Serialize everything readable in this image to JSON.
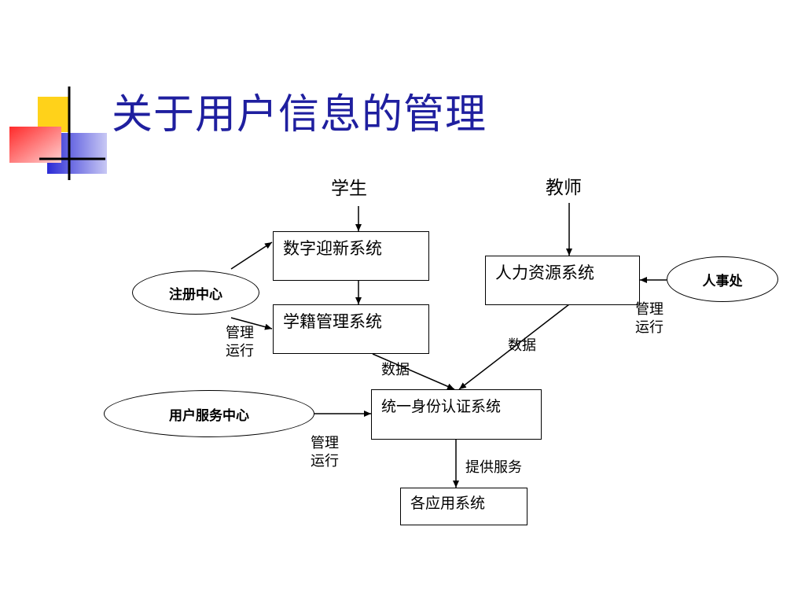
{
  "slide": {
    "title": "关于用户信息的管理"
  },
  "diagram": {
    "actors": {
      "student": "学生",
      "teacher": "教师"
    },
    "systems": {
      "digital_welcome": "数字迎新系统",
      "student_status": "学籍管理系统",
      "human_resources": "人力资源系统",
      "unified_identity": "统一身份认证系统",
      "applications": "各应用系统"
    },
    "departments": {
      "registration_center": "注册中心",
      "personnel_office": "人事处",
      "user_service_center": "用户服务中心"
    },
    "edge_labels": {
      "data_from_student_status": "数据",
      "data_from_hr": "数据",
      "provide_service": "提供服务",
      "manage_run_registration": [
        "管理",
        "运行"
      ],
      "manage_run_personnel": [
        "管理",
        "运行"
      ],
      "manage_run_user_service": [
        "管理",
        "运行"
      ]
    }
  },
  "colors": {
    "title": "#1f1f9f",
    "deco_yellow": "#ffd21a",
    "deco_blue": "#2b2bd6",
    "deco_red": "#ff2a2a"
  }
}
